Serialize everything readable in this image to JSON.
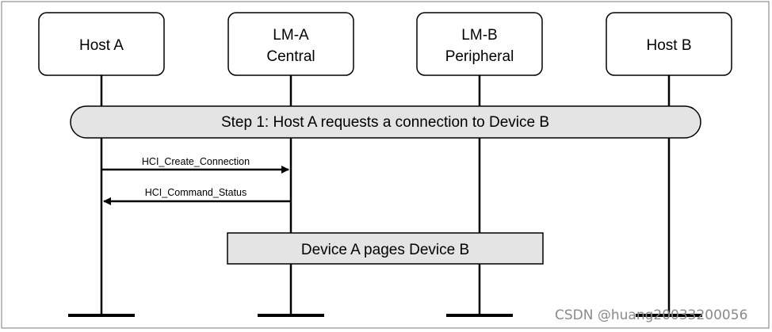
{
  "entities": [
    {
      "id": "host-a",
      "lines": [
        "Host A"
      ]
    },
    {
      "id": "lm-a",
      "lines": [
        "LM-A",
        "Central"
      ]
    },
    {
      "id": "lm-b",
      "lines": [
        "LM-B",
        "Peripheral"
      ]
    },
    {
      "id": "host-b",
      "lines": [
        "Host B"
      ]
    }
  ],
  "step_banner": "Step 1: Host A requests a connection to Device B",
  "messages": [
    {
      "label": "HCI_Create_Connection",
      "from": "host-a",
      "to": "lm-a"
    },
    {
      "label": "HCI_Command_Status",
      "from": "lm-a",
      "to": "host-a"
    }
  ],
  "procedure_box": "Device A pages Device B",
  "watermark": "CSDN @huang20033200056",
  "colors": {
    "line": "#000000",
    "box_fill": "#ffffff",
    "banner_fill": "#e4e4e4",
    "frame": "#7a7a7a",
    "watermark": "#8a8a8a"
  }
}
